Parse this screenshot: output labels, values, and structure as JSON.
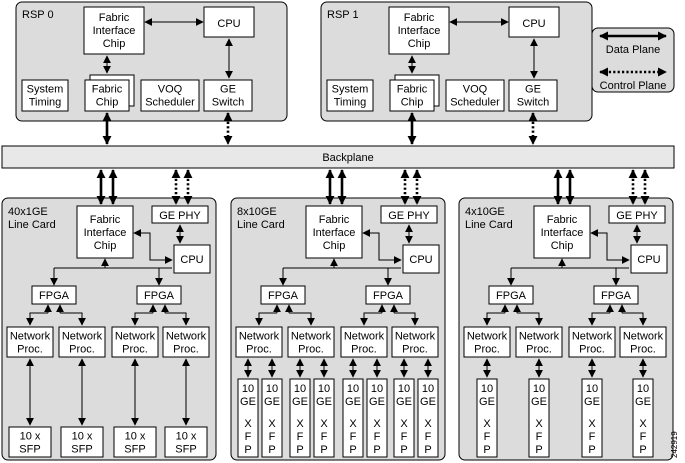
{
  "rsp": [
    {
      "title": "RSP 0",
      "fabric_interface_chip": [
        "Fabric",
        "Interface",
        "Chip"
      ],
      "cpu": "CPU",
      "system_timing": [
        "System",
        "Timing"
      ],
      "fabric_chip": [
        "Fabric",
        "Chip"
      ],
      "voq_scheduler": [
        "VOQ",
        "Scheduler"
      ],
      "ge_switch": [
        "GE",
        "Switch"
      ]
    },
    {
      "title": "RSP 1",
      "fabric_interface_chip": [
        "Fabric",
        "Interface",
        "Chip"
      ],
      "cpu": "CPU",
      "system_timing": [
        "System",
        "Timing"
      ],
      "fabric_chip": [
        "Fabric",
        "Chip"
      ],
      "voq_scheduler": [
        "VOQ",
        "Scheduler"
      ],
      "ge_switch": [
        "GE",
        "Switch"
      ]
    }
  ],
  "legend": {
    "data_plane": "Data Plane",
    "control_plane": "Control Plane"
  },
  "backplane": "Backplane",
  "cards": [
    {
      "title": [
        "40x1GE",
        "Line Card"
      ],
      "fabric_interface_chip": [
        "Fabric",
        "Interface",
        "Chip"
      ],
      "ge_phy": "GE PHY",
      "cpu": "CPU",
      "fpga": "FPGA",
      "network_proc": [
        "Network",
        "Proc."
      ],
      "port": [
        "10 x",
        "SFP"
      ]
    },
    {
      "title": [
        "8x10GE",
        "Line Card"
      ],
      "fabric_interface_chip": [
        "Fabric",
        "Interface",
        "Chip"
      ],
      "ge_phy": "GE PHY",
      "cpu": "CPU",
      "fpga": "FPGA",
      "network_proc": [
        "Network",
        "Proc."
      ],
      "port": [
        "10",
        "GE",
        "X",
        "F",
        "P"
      ]
    },
    {
      "title": [
        "4x10GE",
        "Line Card"
      ],
      "fabric_interface_chip": [
        "Fabric",
        "Interface",
        "Chip"
      ],
      "ge_phy": "GE PHY",
      "cpu": "CPU",
      "fpga": "FPGA",
      "network_proc": [
        "Network",
        "Proc."
      ],
      "port": [
        "10",
        "GE",
        "X",
        "F",
        "P"
      ]
    }
  ],
  "figure_id": "242919"
}
